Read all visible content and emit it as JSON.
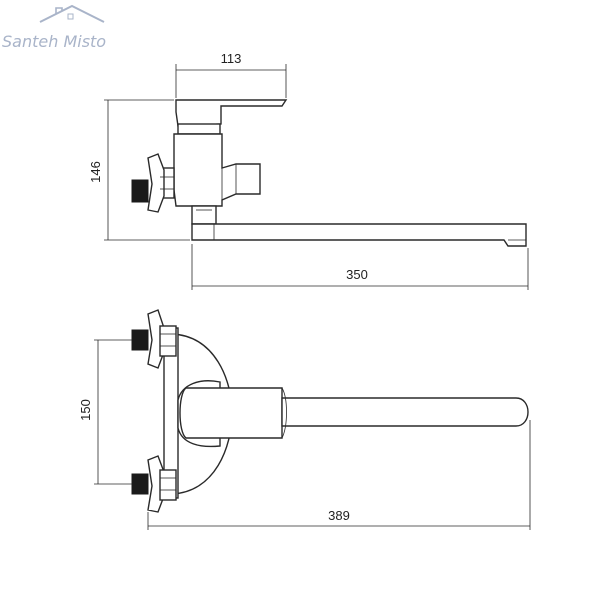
{
  "logo": {
    "text": "Santeh Misto",
    "color": "#a9b4c9"
  },
  "side_view": {
    "dims": {
      "lever_width": "113",
      "height": "146",
      "spout_length": "350"
    }
  },
  "top_view": {
    "dims": {
      "inlet_spacing": "150",
      "total_length": "389"
    }
  },
  "colors": {
    "line": "#2a2a2a",
    "fill_dark": "#1a1a1a"
  }
}
